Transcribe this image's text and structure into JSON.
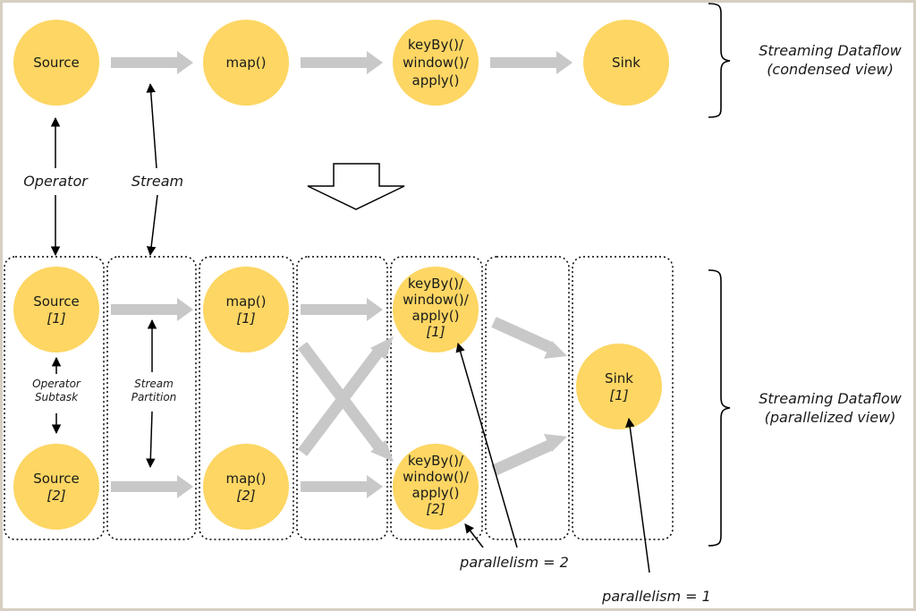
{
  "colors": {
    "node_fill": "#fdd663",
    "stream_arrow": "#c8c8c8",
    "frame": "#d6cfc2",
    "line": "#000000"
  },
  "condensed": {
    "source": "Source",
    "map": "map()",
    "keyby_line1": "keyBy()/",
    "keyby_line2": "window()/",
    "keyby_line3": "apply()",
    "sink": "Sink",
    "operator_label": "Operator",
    "stream_label": "Stream",
    "side_line1": "Streaming Dataflow",
    "side_line2": "(condensed view)"
  },
  "parallel": {
    "source1_name": "Source",
    "source1_idx": "[1]",
    "source2_name": "Source",
    "source2_idx": "[2]",
    "map1_name": "map()",
    "map1_idx": "[1]",
    "map2_name": "map()",
    "map2_idx": "[2]",
    "keyby1_line1": "keyBy()/",
    "keyby1_line2": "window()/",
    "keyby1_line3": "apply()",
    "keyby1_idx": "[1]",
    "keyby2_line1": "keyBy()/",
    "keyby2_line2": "window()/",
    "keyby2_line3": "apply()",
    "keyby2_idx": "[2]",
    "sink_name": "Sink",
    "sink_idx": "[1]",
    "subtask_line1": "Operator",
    "subtask_line2": "Subtask",
    "partition_line1": "Stream",
    "partition_line2": "Partition",
    "parallelism2": "parallelism = 2",
    "parallelism1": "parallelism = 1",
    "side_line1": "Streaming Dataflow",
    "side_line2": "(parallelized view)"
  }
}
